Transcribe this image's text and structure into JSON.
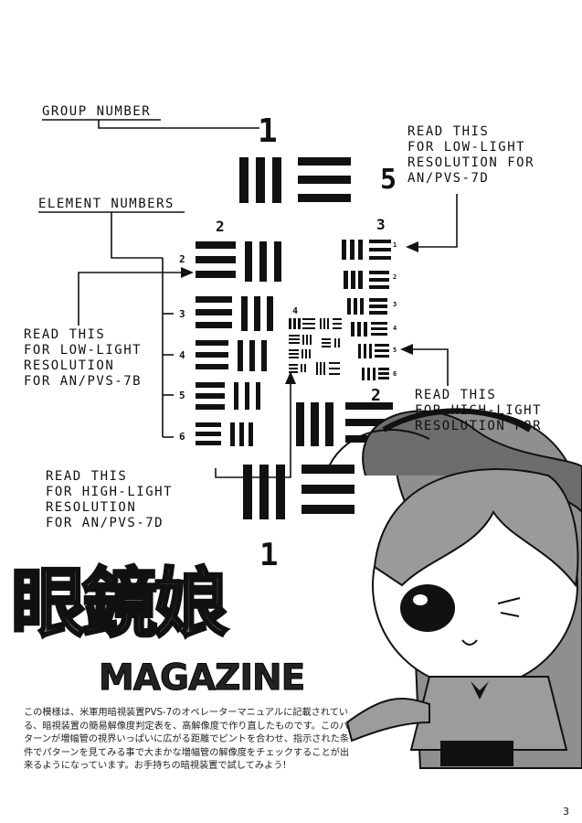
{
  "labels": {
    "group_number": "GROUP NUMBER",
    "element_numbers": "ELEMENT NUMBERS",
    "read_low_7d": "READ THIS\nFOR LOW-LIGHT\nRESOLUTION FOR\nAN/PVS-7D",
    "read_low_7b": "READ THIS\nFOR LOW-LIGHT\nRESOLUTION\nFOR AN/PVS-7B",
    "read_high_7d_left": "READ THIS\nFOR HIGH-LIGHT\nRESOLUTION\nFOR AN/PVS-7D",
    "read_high_right": "READ THIS\nFOR HIGH-LIGHT\nRESOLUTION FOR"
  },
  "chart_numbers": {
    "group_top": "1",
    "group_bottom": "1",
    "top_right": "5",
    "col2": "2",
    "col3": "3",
    "mid4": "4",
    "mid2": "2",
    "left_elements": [
      "2",
      "3",
      "4",
      "5",
      "6"
    ],
    "right_elements": [
      "1",
      "2",
      "3",
      "4",
      "5",
      "6"
    ]
  },
  "title": {
    "kanji": "眼鏡娘",
    "sub": "MAGAZINE"
  },
  "description": "この模様は、米軍用暗視装置PVS-7のオペレーターマニュアルに記載されている、暗視装置の簡易解像度判定表を、高解像度で作り直したものです。このパターンが増幅管の視界いっぱいに広がる距離でピントを合わせ、指示された条件でパターンを見てみる事で大まかな増幅管の解像度をチェックすることが出来るようになっています。お手持ちの暗視装置で試してみよう!",
  "page_number": "3",
  "colors": {
    "ink": "#111111",
    "title_fill": "#6e6e6e",
    "hair": "#8a8a8a"
  }
}
